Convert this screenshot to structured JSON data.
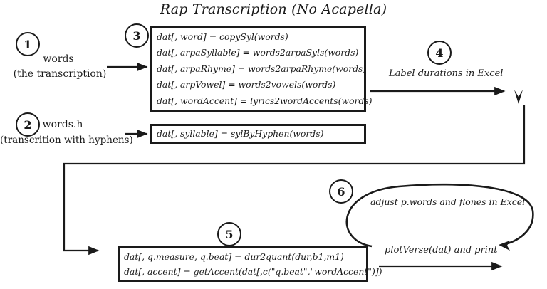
{
  "title": "Rap Transcription (No Acapella)",
  "steps": {
    "s1": "1",
    "s2": "2",
    "s3": "3",
    "s4": "4",
    "s5": "5",
    "s6": "6"
  },
  "inputs": {
    "words_label": "words",
    "words_note": "(the transcription)",
    "wordsh_label": "words.h",
    "wordsh_note": "(transcrition with hyphens)"
  },
  "box3": [
    "dat[, word] = copySyl(words)",
    "dat[, arpaSyllable] = words2arpaSyls(words)",
    "dat[, arpaRhyme] = words2arpaRhyme(words)",
    "dat[, arpVowel] = words2vowels(words)",
    "dat[, wordAccent] = lyrics2wordAccents(words)"
  ],
  "box2": [
    "dat[, syllable] = sylByHyphen(words)"
  ],
  "box5": [
    "dat[, q.measure, q.beat] = dur2quant(dur,b1,m1)",
    "dat[, accent] = getAccent(dat[,c(\"q.beat\",\"wordAccent\")])"
  ],
  "step4_text": "Label durations in Excel",
  "step6_text": "adjust p.words and flones in Excel",
  "plot_text": "plotVerse(dat) and print"
}
